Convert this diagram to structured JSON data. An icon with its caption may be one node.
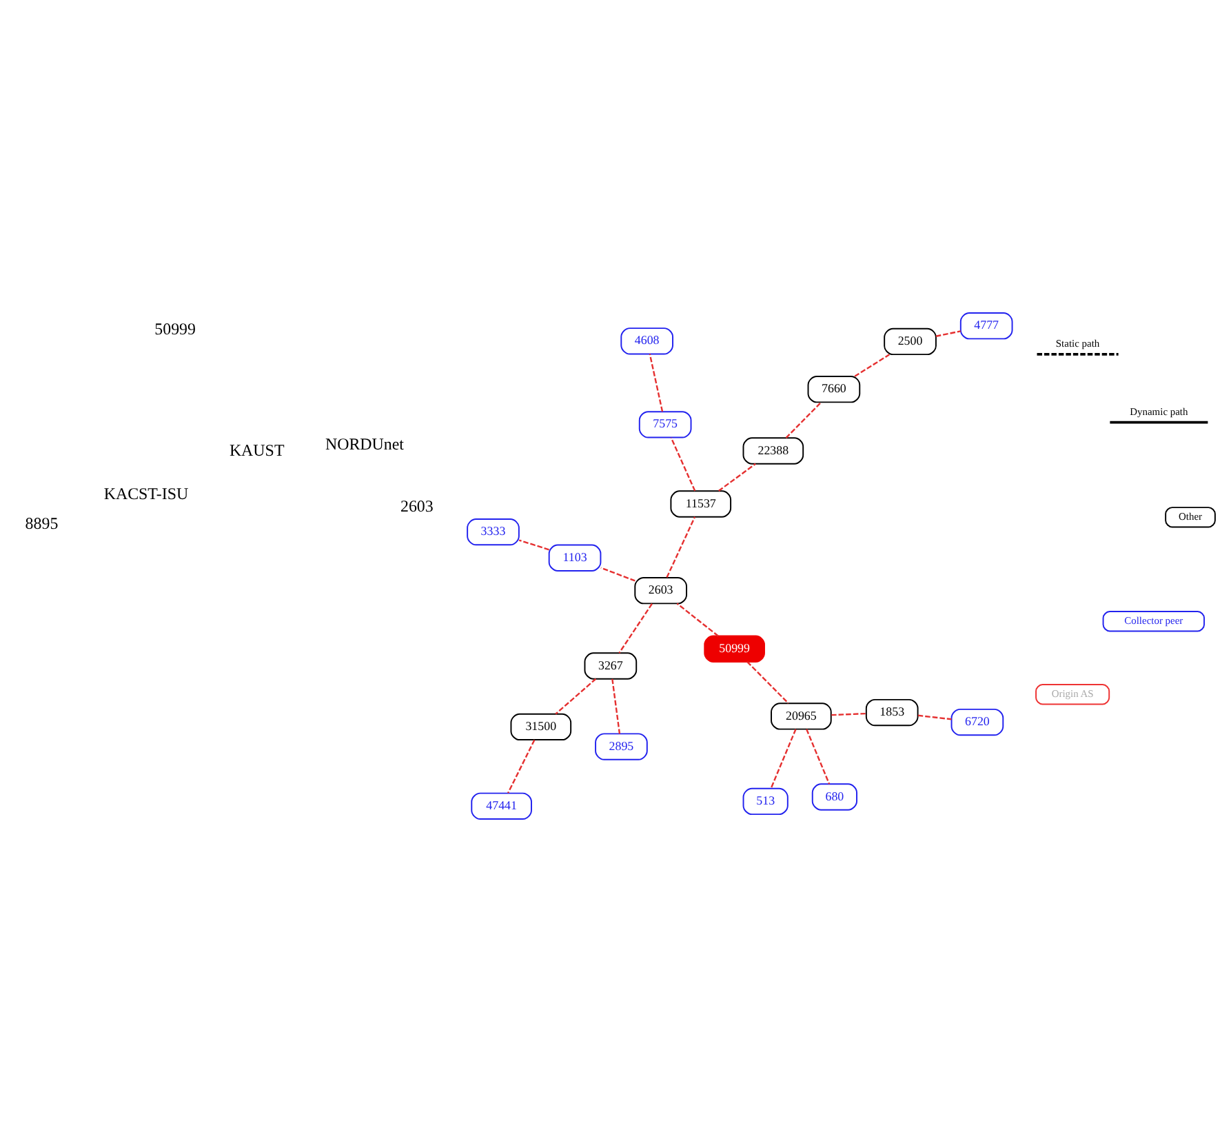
{
  "diagram": {
    "nodes": [
      {
        "text": [
          "3333"
        ]
      },
      {
        "text": [
          "2895"
        ]
      },
      {
        "text": [
          "47441"
        ]
      },
      {
        "text": [
          "31500"
        ]
      },
      {
        "text": [
          "1103"
        ]
      },
      {
        "text": [
          "3267"
        ]
      },
      {
        "text": [
          "50999"
        ]
      },
      {
        "text": [
          "2603"
        ]
      },
      {
        "text": [
          "20965"
        ]
      },
      {
        "text": [
          "1853"
        ]
      },
      {
        "text": [
          "513"
        ]
      },
      {
        "text": [
          "4608"
        ]
      },
      {
        "text": [
          "11537"
        ]
      },
      {
        "text": [
          "7575"
        ]
      },
      {
        "text": [
          "6720"
        ]
      },
      {
        "text": [
          "680"
        ]
      },
      {
        "text": [
          "22388"
        ]
      },
      {
        "text": [
          "7660"
        ]
      },
      {
        "text": [
          "2500"
        ]
      },
      {
        "text": [
          "4777"
        ]
      }
    ],
    "edges": [
      {
        "from": 6,
        "to": 7,
        "arrow": "none",
        "style": "dashed"
      },
      {
        "from": 6,
        "to": 8,
        "arrow": "none",
        "style": "dashed"
      },
      {
        "from": 7,
        "to": 4,
        "arrow": "none",
        "style": "dashed"
      },
      {
        "from": 4,
        "to": 0,
        "arrow": "none",
        "style": "dashed"
      },
      {
        "from": 7,
        "to": 5,
        "arrow": "none",
        "style": "dashed"
      },
      {
        "from": 5,
        "to": 1,
        "arrow": "none",
        "style": "dashed"
      },
      {
        "from": 5,
        "to": 3,
        "arrow": "none",
        "style": "dashed"
      },
      {
        "from": 3,
        "to": 2,
        "arrow": "none",
        "style": "dashed"
      },
      {
        "from": 8,
        "to": 9,
        "arrow": "none",
        "style": "dashed"
      },
      {
        "from": 9,
        "to": 14,
        "arrow": "none",
        "style": "dashed"
      },
      {
        "from": 8,
        "to": 15,
        "arrow": "none",
        "style": "dashed"
      },
      {
        "from": 8,
        "to": 10,
        "arrow": "none",
        "style": "dashed"
      },
      {
        "from": 7,
        "to": 12,
        "arrow": "none",
        "style": "dashed"
      },
      {
        "from": 12,
        "to": 13,
        "arrow": "none",
        "style": "dashed"
      },
      {
        "from": 13,
        "to": 11,
        "arrow": "none",
        "style": "dashed"
      },
      {
        "from": 12,
        "to": 16,
        "arrow": "none",
        "style": "dashed"
      },
      {
        "from": 16,
        "to": 17,
        "arrow": "none",
        "style": "dashed"
      },
      {
        "from": 17,
        "to": 18,
        "arrow": "none",
        "style": "dashed"
      },
      {
        "from": 18,
        "to": 19,
        "arrow": "none",
        "style": "dashed"
      }
    ],
    "labels": [
      "KACST-ISU",
      "8895",
      "KAUST",
      "50999",
      "NORDUnet",
      "2603"
    ],
    "legend": [
      {
        "text": "Origin AS"
      },
      {
        "text": "Collector peer"
      },
      {
        "text": "Other"
      },
      {
        "text": "Dynamic path"
      },
      {
        "text": "Static path"
      }
    ]
  }
}
